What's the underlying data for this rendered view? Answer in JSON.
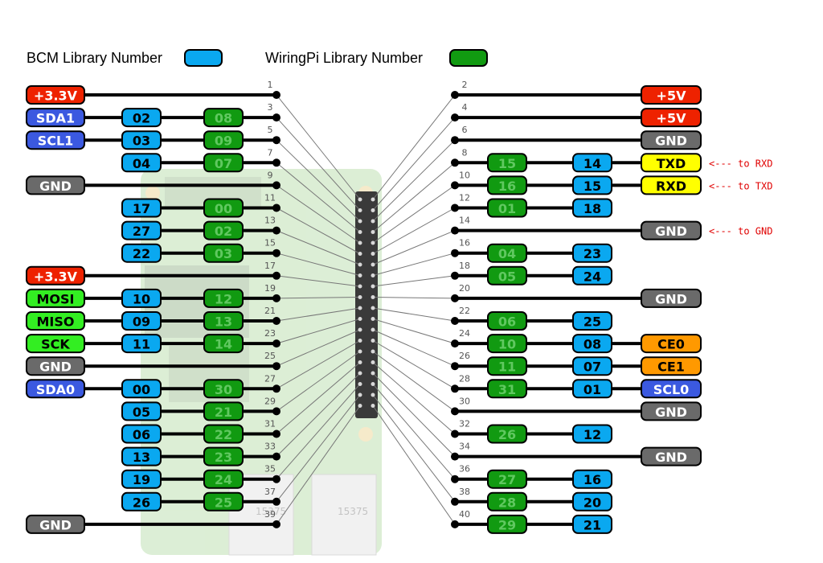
{
  "legend": {
    "bcm_label": "BCM Library Number",
    "wiringpi_label": "WiringPi Library Number",
    "bcm_color": "#0aa8f0",
    "wiringpi_color": "#119a11"
  },
  "colors": {
    "power": "#ee2200",
    "ground": "#6a6a6a",
    "i2c": "#3b59e0",
    "spi": "#33ee22",
    "uart": "#ffff00",
    "ce": "#ff9900",
    "bcm": "#0aa8f0",
    "wiringpi": "#119a11"
  },
  "board": {
    "chip_labels": [
      "15375",
      "15375"
    ]
  },
  "pins": [
    {
      "pin": "1",
      "side": "left",
      "func": "+3.3V",
      "func_type": "power",
      "bcm": "",
      "wpi": ""
    },
    {
      "pin": "2",
      "side": "right",
      "func": "+5V",
      "func_type": "power",
      "bcm": "",
      "wpi": ""
    },
    {
      "pin": "3",
      "side": "left",
      "func": "SDA1",
      "func_type": "i2c",
      "bcm": "02",
      "wpi": "08"
    },
    {
      "pin": "4",
      "side": "right",
      "func": "+5V",
      "func_type": "power",
      "bcm": "",
      "wpi": ""
    },
    {
      "pin": "5",
      "side": "left",
      "func": "SCL1",
      "func_type": "i2c",
      "bcm": "03",
      "wpi": "09"
    },
    {
      "pin": "6",
      "side": "right",
      "func": "GND",
      "func_type": "ground",
      "bcm": "",
      "wpi": ""
    },
    {
      "pin": "7",
      "side": "left",
      "func": "",
      "func_type": "",
      "bcm": "04",
      "wpi": "07"
    },
    {
      "pin": "8",
      "side": "right",
      "func": "TXD",
      "func_type": "uart",
      "bcm": "14",
      "wpi": "15",
      "note": "<--- to RXD"
    },
    {
      "pin": "9",
      "side": "left",
      "func": "GND",
      "func_type": "ground",
      "bcm": "",
      "wpi": ""
    },
    {
      "pin": "10",
      "side": "right",
      "func": "RXD",
      "func_type": "uart",
      "bcm": "15",
      "wpi": "16",
      "note": "<--- to TXD"
    },
    {
      "pin": "11",
      "side": "left",
      "func": "",
      "func_type": "",
      "bcm": "17",
      "wpi": "00"
    },
    {
      "pin": "12",
      "side": "right",
      "func": "",
      "func_type": "",
      "bcm": "18",
      "wpi": "01"
    },
    {
      "pin": "13",
      "side": "left",
      "func": "",
      "func_type": "",
      "bcm": "27",
      "wpi": "02"
    },
    {
      "pin": "14",
      "side": "right",
      "func": "GND",
      "func_type": "ground",
      "bcm": "",
      "wpi": "",
      "note": "<--- to GND"
    },
    {
      "pin": "15",
      "side": "left",
      "func": "",
      "func_type": "",
      "bcm": "22",
      "wpi": "03"
    },
    {
      "pin": "16",
      "side": "right",
      "func": "",
      "func_type": "",
      "bcm": "23",
      "wpi": "04"
    },
    {
      "pin": "17",
      "side": "left",
      "func": "+3.3V",
      "func_type": "power",
      "bcm": "",
      "wpi": ""
    },
    {
      "pin": "18",
      "side": "right",
      "func": "",
      "func_type": "",
      "bcm": "24",
      "wpi": "05"
    },
    {
      "pin": "19",
      "side": "left",
      "func": "MOSI",
      "func_type": "spi",
      "bcm": "10",
      "wpi": "12"
    },
    {
      "pin": "20",
      "side": "right",
      "func": "GND",
      "func_type": "ground",
      "bcm": "",
      "wpi": ""
    },
    {
      "pin": "21",
      "side": "left",
      "func": "MISO",
      "func_type": "spi",
      "bcm": "09",
      "wpi": "13"
    },
    {
      "pin": "22",
      "side": "right",
      "func": "",
      "func_type": "",
      "bcm": "25",
      "wpi": "06"
    },
    {
      "pin": "23",
      "side": "left",
      "func": "SCK",
      "func_type": "spi",
      "bcm": "11",
      "wpi": "14"
    },
    {
      "pin": "24",
      "side": "right",
      "func": "CE0",
      "func_type": "ce",
      "bcm": "08",
      "wpi": "10"
    },
    {
      "pin": "25",
      "side": "left",
      "func": "GND",
      "func_type": "ground",
      "bcm": "",
      "wpi": ""
    },
    {
      "pin": "26",
      "side": "right",
      "func": "CE1",
      "func_type": "ce",
      "bcm": "07",
      "wpi": "11"
    },
    {
      "pin": "27",
      "side": "left",
      "func": "SDA0",
      "func_type": "i2c",
      "bcm": "00",
      "wpi": "30"
    },
    {
      "pin": "28",
      "side": "right",
      "func": "SCL0",
      "func_type": "i2c",
      "bcm": "01",
      "wpi": "31"
    },
    {
      "pin": "29",
      "side": "left",
      "func": "",
      "func_type": "",
      "bcm": "05",
      "wpi": "21"
    },
    {
      "pin": "30",
      "side": "right",
      "func": "GND",
      "func_type": "ground",
      "bcm": "",
      "wpi": ""
    },
    {
      "pin": "31",
      "side": "left",
      "func": "",
      "func_type": "",
      "bcm": "06",
      "wpi": "22"
    },
    {
      "pin": "32",
      "side": "right",
      "func": "",
      "func_type": "",
      "bcm": "12",
      "wpi": "26"
    },
    {
      "pin": "33",
      "side": "left",
      "func": "",
      "func_type": "",
      "bcm": "13",
      "wpi": "23"
    },
    {
      "pin": "34",
      "side": "right",
      "func": "GND",
      "func_type": "ground",
      "bcm": "",
      "wpi": ""
    },
    {
      "pin": "35",
      "side": "left",
      "func": "",
      "func_type": "",
      "bcm": "19",
      "wpi": "24"
    },
    {
      "pin": "36",
      "side": "right",
      "func": "",
      "func_type": "",
      "bcm": "16",
      "wpi": "27"
    },
    {
      "pin": "37",
      "side": "left",
      "func": "",
      "func_type": "",
      "bcm": "26",
      "wpi": "25"
    },
    {
      "pin": "38",
      "side": "right",
      "func": "",
      "func_type": "",
      "bcm": "20",
      "wpi": "28"
    },
    {
      "pin": "39",
      "side": "left",
      "func": "GND",
      "func_type": "ground",
      "bcm": "",
      "wpi": ""
    },
    {
      "pin": "40",
      "side": "right",
      "func": "",
      "func_type": "",
      "bcm": "21",
      "wpi": "29"
    }
  ]
}
